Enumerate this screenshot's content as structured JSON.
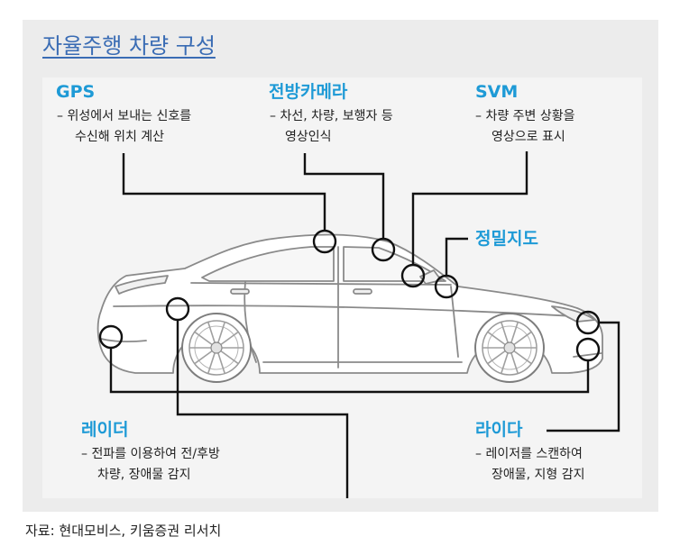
{
  "title": "자율주행 차량 구성",
  "components": {
    "gps": {
      "name": "GPS",
      "desc": [
        "– 위성에서 보내는 신호를",
        "수신해 위치 계산"
      ]
    },
    "front_camera": {
      "name": "전방카메라",
      "desc": [
        "– 차선, 차량, 보행자 등",
        "영상인식"
      ]
    },
    "svm": {
      "name": "SVM",
      "desc": [
        "– 차량 주변 상황을",
        "영상으로 표시"
      ]
    },
    "hd_map": {
      "name": "정밀지도"
    },
    "radar": {
      "name": "레이더",
      "desc": [
        "– 전파를 이용하여 전/후방",
        "차량, 장애물 감지"
      ]
    },
    "lidar": {
      "name": "라이다",
      "desc": [
        "– 레이저를 스캔하여",
        "장애물, 지형 감지"
      ]
    }
  },
  "source": "자료: 현대모비스, 키움증권 리서치",
  "colors": {
    "title": "#3a6cb4",
    "label": "#1e9ad6",
    "leader_line": "#111111",
    "panel": "#ececec"
  }
}
